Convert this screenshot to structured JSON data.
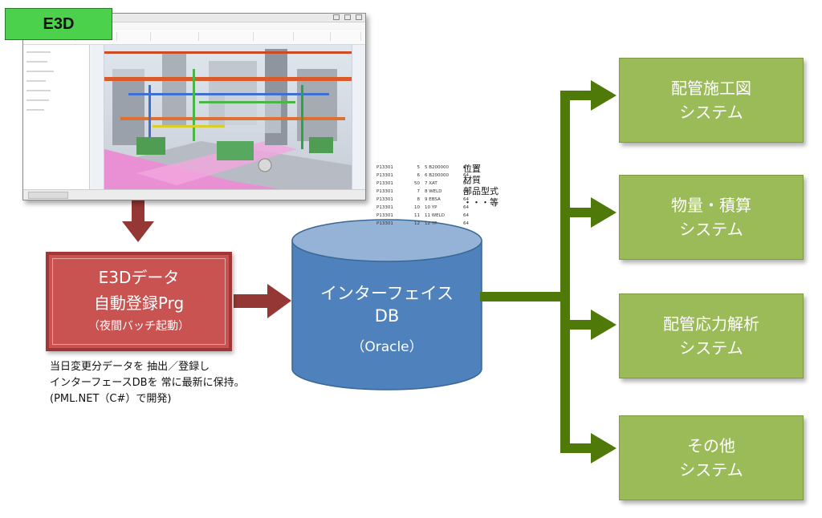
{
  "e3d_badge": "E3D",
  "attributes_table": {
    "rows": [
      [
        "P13301",
        "5",
        "5 B200000",
        "63"
      ],
      [
        "P13301",
        "6",
        "6 B200000",
        "64"
      ],
      [
        "P13301",
        "50",
        "7 XAT",
        "64"
      ],
      [
        "P13301",
        "7",
        "8 WELD",
        "64"
      ],
      [
        "P13301",
        "8",
        "9 EBSA",
        "64"
      ],
      [
        "P13301",
        "10",
        "10 YP",
        "64"
      ],
      [
        "P13301",
        "11",
        "11 WELD",
        "64"
      ],
      [
        "P13301",
        "12",
        "12 YP",
        "64"
      ]
    ],
    "labels": [
      "位置",
      "材質",
      "部品型式",
      "・・・等"
    ]
  },
  "registration_program": {
    "line1": "E3Dデータ",
    "line2": "自動登録Prg",
    "line3": "（夜間バッチ起動）"
  },
  "description": [
    "当日変更分データを 抽出／登録し",
    "インターフェースDBを 常に最新に保持。",
    "(PML.NET（C#）で開発)"
  ],
  "database": {
    "line1": "インターフェイス",
    "line2": "DB",
    "line3": "（Oracle）"
  },
  "systems": [
    {
      "line1": "配管施工図",
      "line2": "システム"
    },
    {
      "line1": "物量・積算",
      "line2": "システム"
    },
    {
      "line1": "配管応力解析",
      "line2": "システム"
    },
    {
      "line1": "その他",
      "line2": "システム"
    }
  ],
  "colors": {
    "red_box": "#c85351",
    "red_arrow": "#953735",
    "db_blue": "#4f81bd",
    "db_top": "#95b3d7",
    "green_box": "#9bbb59",
    "green_arrow": "#4f7a0a",
    "badge_green": "#4bd14b"
  }
}
